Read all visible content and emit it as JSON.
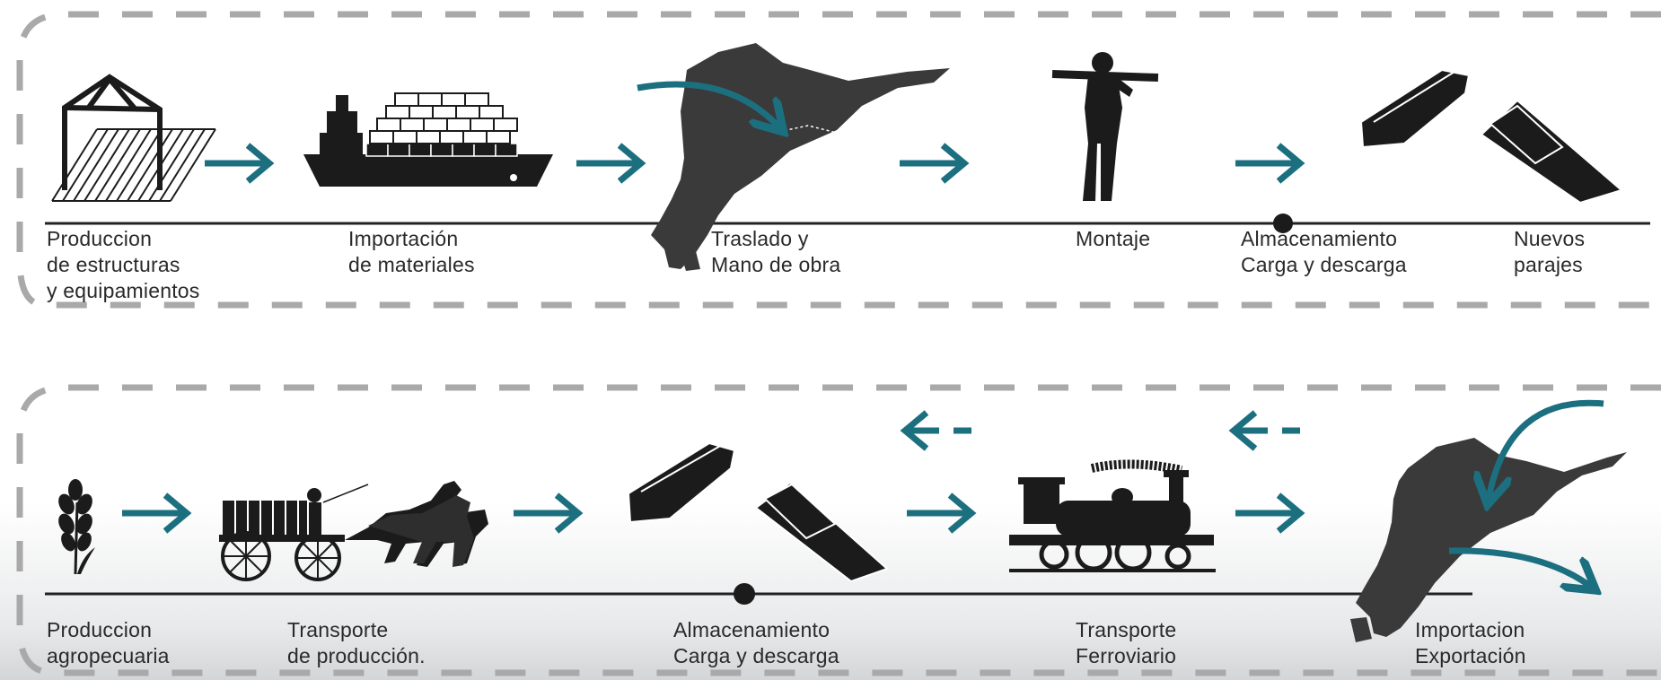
{
  "colors": {
    "arrow": "#1c6f7f",
    "silhouette": "#1b1b1b",
    "map": "#3a3a3a",
    "dashed_frame": "#a9a9a9",
    "timeline": "#222222",
    "text": "#2a2a2a"
  },
  "rows": [
    {
      "steps": [
        {
          "icon": "structure-icon",
          "label": [
            "Produccion",
            "de estructuras",
            "y equipamientos"
          ]
        },
        {
          "icon": "cargo-ship-icon",
          "label": [
            "Importación",
            "de materiales"
          ]
        },
        {
          "icon": "map-argentina-icon",
          "label": [
            "Traslado y",
            "Mano de obra"
          ]
        },
        {
          "icon": "worker-carrying-beam-icon",
          "label": [
            "Montaje"
          ]
        },
        {
          "icon": "warehouse-icon",
          "label": [
            "Almacenamiento",
            "Carga y descarga"
          ]
        },
        {
          "icon": "warehouse-platform-icon",
          "label": [
            "Nuevos",
            "parajes"
          ]
        }
      ]
    },
    {
      "steps": [
        {
          "icon": "wheat-icon",
          "label": [
            "Produccion",
            "agropecuaria"
          ]
        },
        {
          "icon": "horse-cart-icon",
          "label": [
            "Transporte",
            "de producción."
          ]
        },
        {
          "icon": "warehouse-pair-icon",
          "label": [
            "Almacenamiento",
            "Carga y descarga"
          ]
        },
        {
          "icon": "steam-locomotive-icon",
          "label": [
            "Transporte",
            "Ferroviario"
          ]
        },
        {
          "icon": "map-argentina-icon",
          "label": [
            "Importacion",
            "Exportación"
          ]
        }
      ]
    }
  ]
}
